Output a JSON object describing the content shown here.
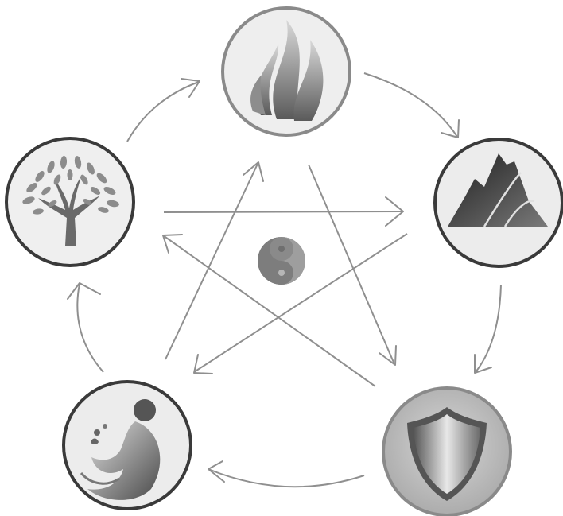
{
  "diagram": {
    "nodes": [
      {
        "id": "fire",
        "icon": "flame-icon"
      },
      {
        "id": "earth",
        "icon": "mountain-icon"
      },
      {
        "id": "metal",
        "icon": "shield-icon"
      },
      {
        "id": "water",
        "icon": "water-figure-icon"
      },
      {
        "id": "wood",
        "icon": "tree-icon"
      }
    ],
    "center_icon": "yin-yang-icon",
    "generating_cycle": [
      [
        "wood",
        "fire"
      ],
      [
        "fire",
        "earth"
      ],
      [
        "earth",
        "metal"
      ],
      [
        "metal",
        "water"
      ],
      [
        "water",
        "wood"
      ]
    ],
    "controlling_cycle": [
      [
        "wood",
        "earth"
      ],
      [
        "earth",
        "water"
      ],
      [
        "water",
        "fire"
      ],
      [
        "fire",
        "metal"
      ],
      [
        "metal",
        "wood"
      ]
    ],
    "colors": {
      "arrow": "#8f8f8f",
      "ring_dark": "#3a3a3a",
      "ring_light": "#7a7a7a",
      "fill_light": "#ececec",
      "fill_mid": "#c9c9c9"
    }
  }
}
